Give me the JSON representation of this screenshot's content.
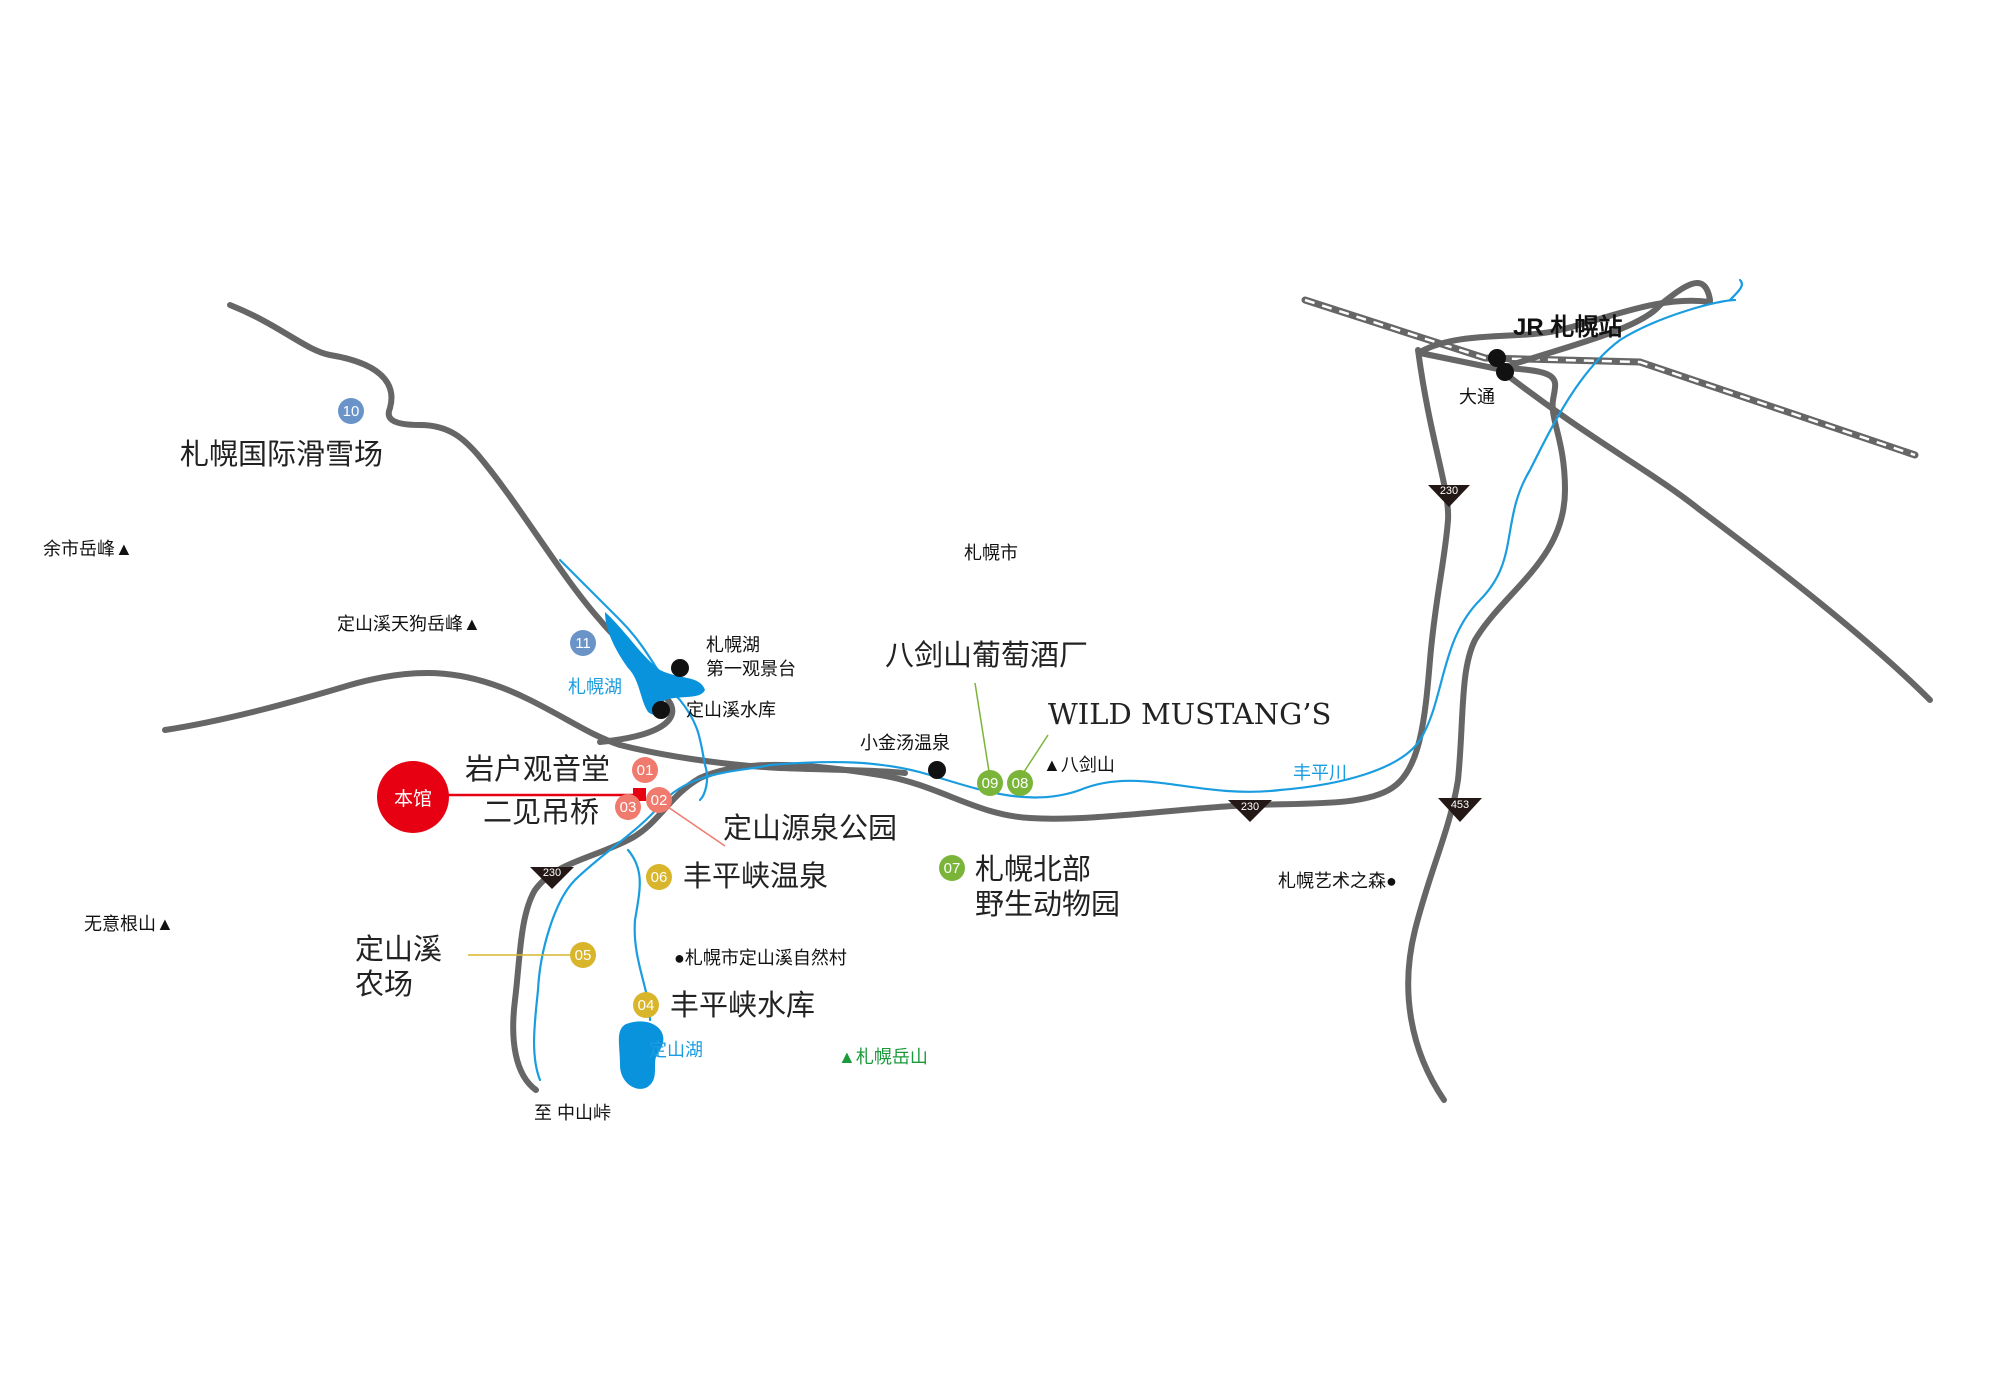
{
  "colors": {
    "road": "#666666",
    "river": "#1a9de0",
    "lake": "#0a93dd",
    "red": "#e60012",
    "salmon": "#f07a6e",
    "yellow": "#d9b52c",
    "green": "#7ab53a",
    "blue": "#6a94c8",
    "peak_green": "#1a9a3a",
    "text": "#222222",
    "white": "#ffffff"
  },
  "city": "札幌市",
  "hotel": {
    "label": "本馆"
  },
  "jr_station": "JR 札幌站",
  "odori": "大通",
  "mountains": {
    "yoichi": "余市岳峰▲",
    "tengu": "定山溪天狗岳峰▲",
    "muine": "无意根山▲",
    "hakken": "▲八剑山",
    "sapporo_dake": "▲札幌岳山"
  },
  "spots": [
    {
      "num": "01",
      "label": "岩户观音堂"
    },
    {
      "num": "02",
      "label": "定山源泉公园"
    },
    {
      "num": "03",
      "label": "二见吊桥"
    },
    {
      "num": "04",
      "label": "丰平峡水库"
    },
    {
      "num": "05",
      "label_lines": [
        "定山溪",
        "农场"
      ]
    },
    {
      "num": "06",
      "label": "丰平峡温泉"
    },
    {
      "num": "07",
      "label_lines": [
        "札幌北部",
        "野生动物园"
      ]
    },
    {
      "num": "08",
      "label": "WILD MUSTANG’S"
    },
    {
      "num": "09",
      "label": "八剑山葡萄酒厂"
    },
    {
      "num": "10",
      "label": "札幌国际滑雪场"
    },
    {
      "num": "11"
    }
  ],
  "places": {
    "lake_sapporo_obs": [
      "札幌湖",
      "第一观景台"
    ],
    "jozankei_dam": "定山溪水库",
    "kogane_onsen": "小金汤温泉",
    "nature_village": "●札幌市定山溪自然村",
    "art_park": "札幌艺术之森●",
    "to_nakayama": "至 中山峠"
  },
  "water": {
    "lake_sapporo": "札幌湖",
    "lake_jozan": "定山湖",
    "toyohira_river": "丰平川"
  },
  "route_markers": [
    "230",
    "230",
    "230",
    "453"
  ]
}
